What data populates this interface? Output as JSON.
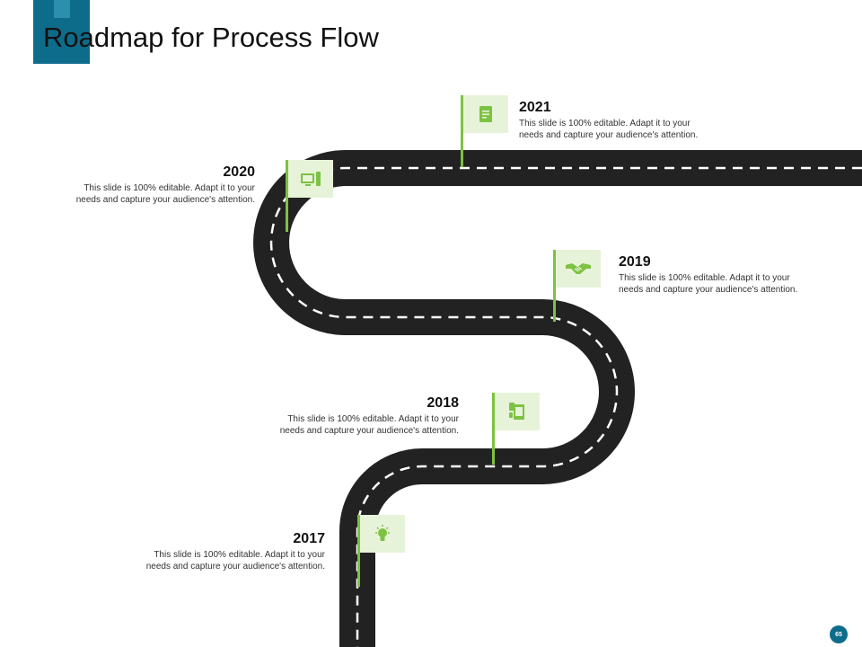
{
  "slide": {
    "title": "Roadmap for Process Flow",
    "page_number": "65"
  },
  "colors": {
    "accent": "#0e6c8b",
    "road": "#222222",
    "green": "#7dc242",
    "flag_bg": "#e7f3d9"
  },
  "milestones": [
    {
      "year": "2021",
      "text_line1": "This slide is 100% editable. Adapt it to your",
      "text_line2": "needs and capture your audience's attention.",
      "icon": "document-icon"
    },
    {
      "year": "2020",
      "text_line1": "This slide is 100% editable. Adapt it to your",
      "text_line2": "needs and capture your audience's attention.",
      "icon": "computer-icon"
    },
    {
      "year": "2019",
      "text_line1": "This slide is 100% editable. Adapt it to your",
      "text_line2": "needs and capture your audience's attention.",
      "icon": "handshake-icon"
    },
    {
      "year": "2018",
      "text_line1": "This slide is 100% editable. Adapt it to your",
      "text_line2": "needs and capture your audience's attention.",
      "icon": "devices-icon"
    },
    {
      "year": "2017",
      "text_line1": "This slide is 100% editable. Adapt it to your",
      "text_line2": "needs and capture your audience's attention.",
      "icon": "lightbulb-icon"
    }
  ]
}
